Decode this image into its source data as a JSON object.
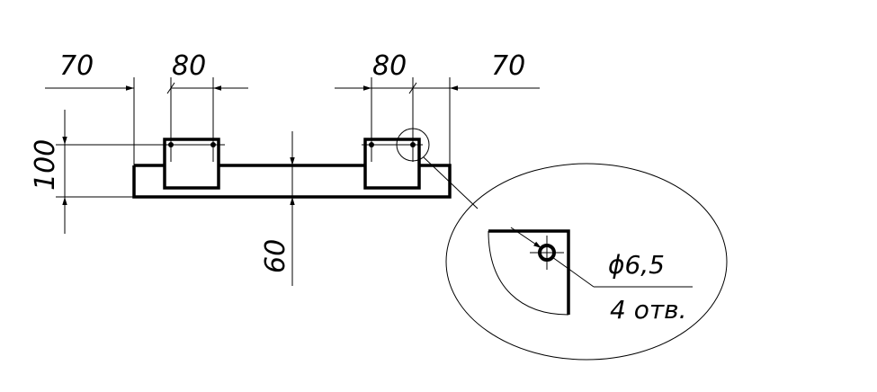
{
  "drawing": {
    "dimensions": {
      "left_offset": "70",
      "left_width": "80",
      "right_width": "80",
      "right_offset": "70",
      "height": "100",
      "base_height": "60"
    },
    "detail": {
      "hole_diameter": "ϕ6,5",
      "hole_count": "4 отв."
    }
  }
}
